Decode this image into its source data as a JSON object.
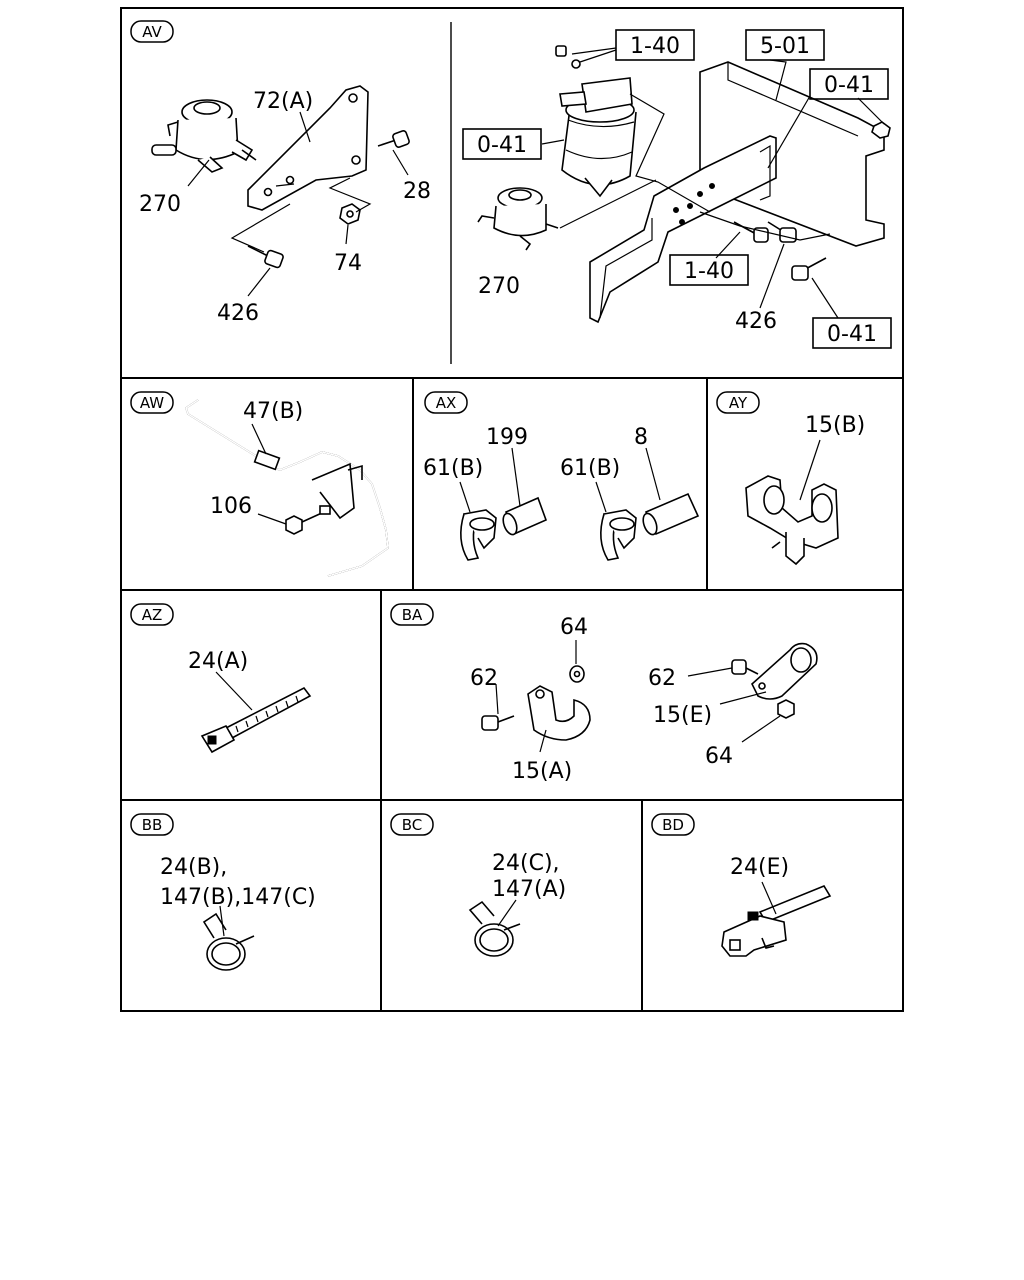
{
  "sections": {
    "AV": {
      "tag": "AV",
      "labels": {
        "p72a": "72(A)",
        "p270": "270",
        "p28": "28",
        "p74": "74",
        "p426": "426",
        "r270": "270",
        "r426": "426"
      },
      "refs": {
        "ref140a": "1-40",
        "ref501": "5-01",
        "ref041a": "0-41",
        "ref041b": "0-41",
        "ref140b": "1-40",
        "ref041c": "0-41"
      }
    },
    "AW": {
      "tag": "AW",
      "labels": {
        "p47b": "47(B)",
        "p106": "106"
      }
    },
    "AX": {
      "tag": "AX",
      "labels": {
        "p199": "199",
        "p8": "8",
        "p61b1": "61(B)",
        "p61b2": "61(B)"
      }
    },
    "AY": {
      "tag": "AY",
      "labels": {
        "p15b": "15(B)"
      }
    },
    "AZ": {
      "tag": "AZ",
      "labels": {
        "p24a": "24(A)"
      }
    },
    "BA": {
      "tag": "BA",
      "labels": {
        "p64a": "64",
        "p62a": "62",
        "p15a": "15(A)",
        "p62b": "62",
        "p15e": "15(E)",
        "p64b": "64"
      }
    },
    "BB": {
      "tag": "BB",
      "labels": {
        "line1": "24(B),",
        "line2": "147(B),147(C)"
      }
    },
    "BC": {
      "tag": "BC",
      "labels": {
        "line1": "24(C),",
        "line2": "147(A)"
      }
    },
    "BD": {
      "tag": "BD",
      "labels": {
        "p24e": "24(E)"
      }
    }
  }
}
